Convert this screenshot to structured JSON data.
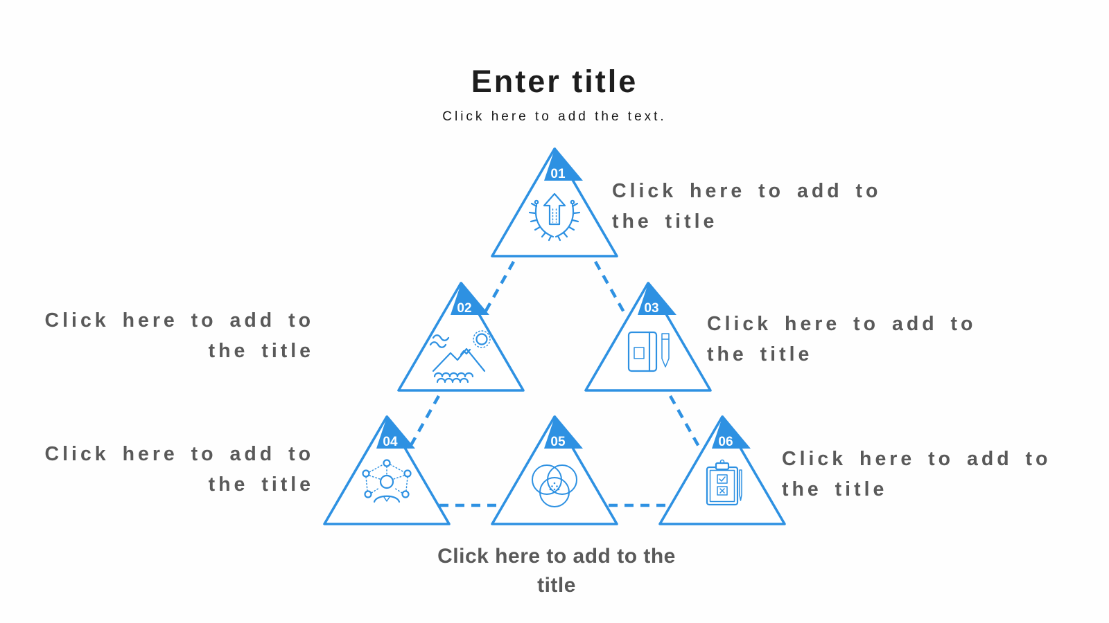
{
  "header": {
    "title": "Enter title",
    "subtitle": "Click here to add the text."
  },
  "placeholders": {
    "t1": {
      "line1": "Click here to add to",
      "line2": "the title"
    },
    "t2": {
      "line1": "Click here to add to",
      "line2": "the title"
    },
    "t3": {
      "line1": "Click here to add to",
      "line2": "the title"
    },
    "t4": {
      "line1": "Click here to add to",
      "line2": "the title"
    },
    "t5": {
      "line1": "Click here to add to the",
      "line2": "title"
    },
    "t6": {
      "line1": "Click here to add to",
      "line2": "the title"
    }
  },
  "triangles": [
    {
      "number": "01",
      "icon": "laurel-wreath-arrow-icon"
    },
    {
      "number": "02",
      "icon": "mountain-landscape-icon"
    },
    {
      "number": "03",
      "icon": "notebook-pencil-icon"
    },
    {
      "number": "04",
      "icon": "network-person-icon"
    },
    {
      "number": "05",
      "icon": "venn-circles-icon"
    },
    {
      "number": "06",
      "icon": "clipboard-checklist-icon"
    }
  ],
  "colors": {
    "accent": "#2e91e2",
    "label_gray": "#595959",
    "heading": "#1d1d1d",
    "background": "#fefefe"
  }
}
